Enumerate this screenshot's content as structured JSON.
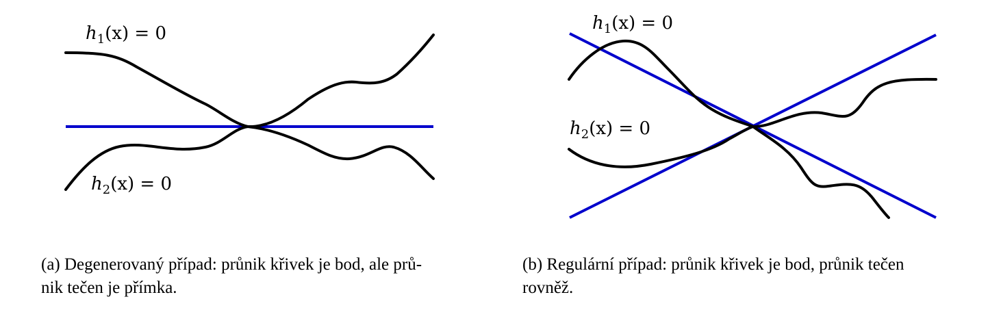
{
  "panel_a": {
    "label_h1": {
      "name": "h",
      "sub": "1",
      "rest": "(x) = 0"
    },
    "label_h2": {
      "name": "h",
      "sub": "2",
      "rest": "(x) = 0"
    },
    "caption_line1": "(a) Degenerovaný případ: průnik křivek je bod, ale prů-",
    "caption_line2": "nik tečen je přímka."
  },
  "panel_b": {
    "label_h1": {
      "name": "h",
      "sub": "1",
      "rest": "(x) = 0"
    },
    "label_h2": {
      "name": "h",
      "sub": "2",
      "rest": "(x) = 0"
    },
    "caption_line1": "(b) Regulární případ: průnik křivek je bod, průnik tečen",
    "caption_line2": "rovněž."
  },
  "colors": {
    "curve": "#000000",
    "tangent": "#0000cc"
  }
}
